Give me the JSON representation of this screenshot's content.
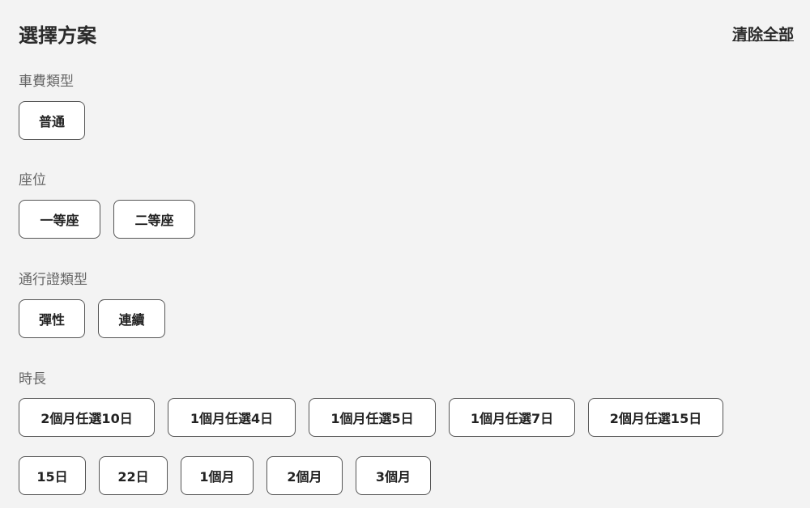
{
  "header": {
    "title": "選擇方案",
    "clear_all": "清除全部"
  },
  "sections": [
    {
      "label": "車費類型",
      "options": [
        "普通"
      ]
    },
    {
      "label": "座位",
      "options": [
        "一等座",
        "二等座"
      ]
    },
    {
      "label": "通行證類型",
      "options": [
        "彈性",
        "連續"
      ]
    },
    {
      "label": "時長",
      "options": [
        "2個月任選10日",
        "1個月任選4日",
        "1個月任選5日",
        "1個月任選7日",
        "2個月任選15日",
        "15日",
        "22日",
        "1個月",
        "2個月",
        "3個月"
      ]
    }
  ]
}
